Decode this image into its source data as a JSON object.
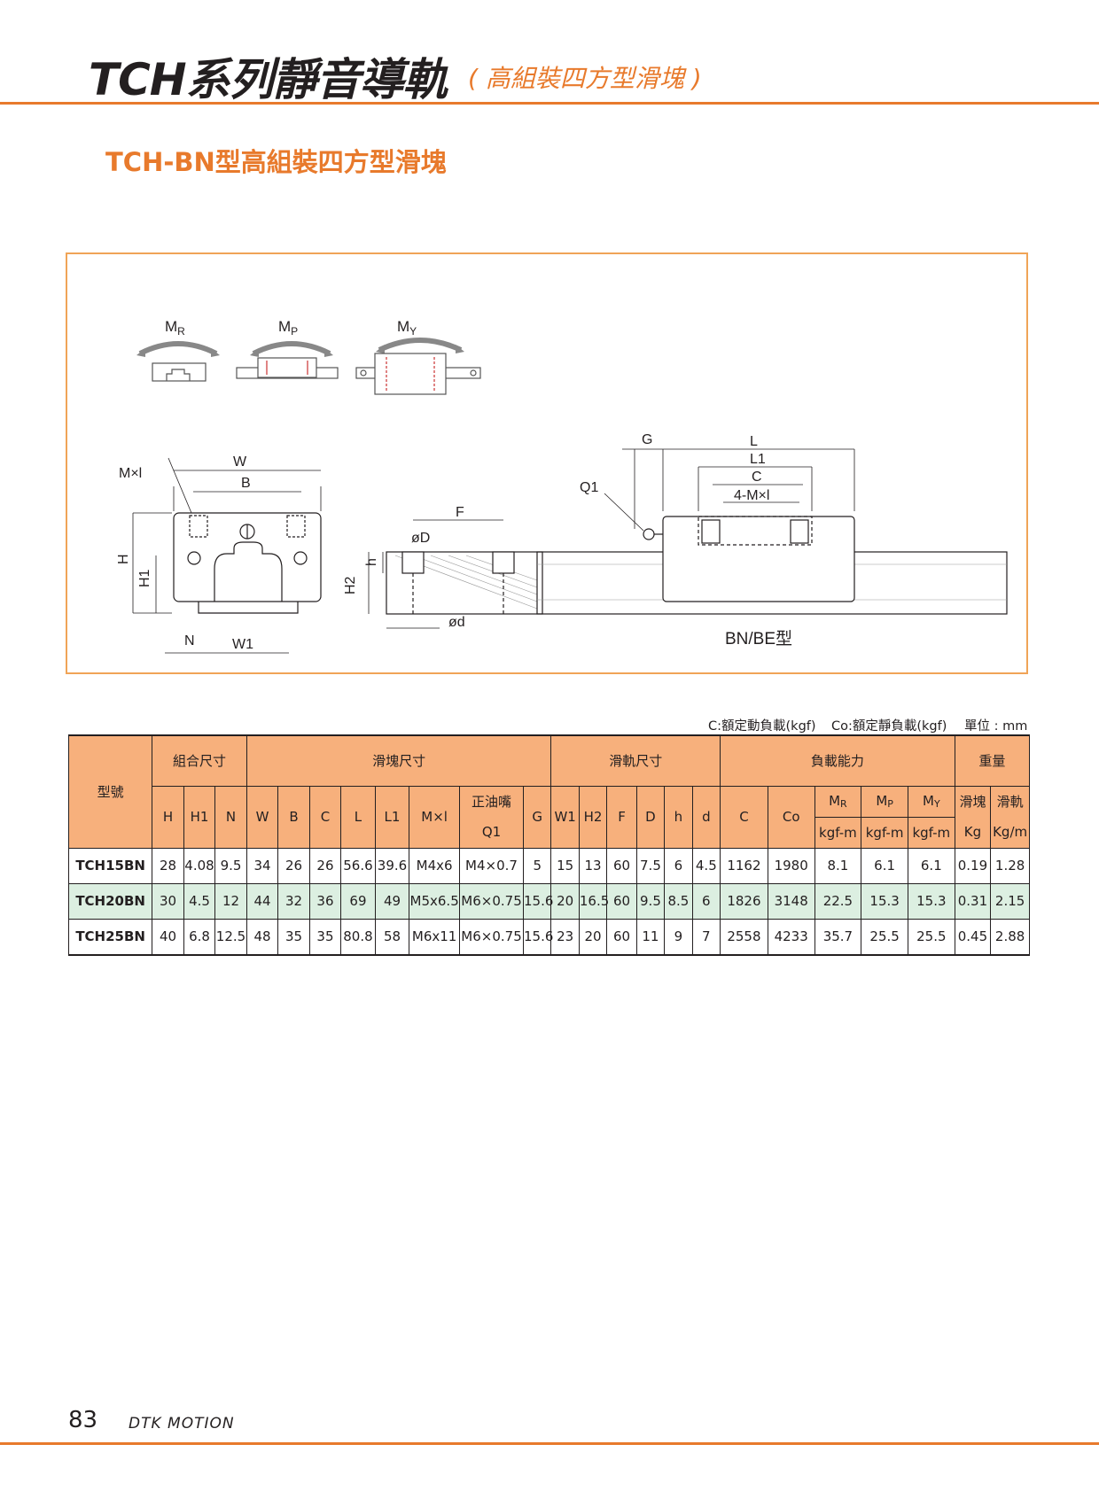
{
  "header": {
    "title": "TCH系列靜音導軌",
    "subtitle": "( 高組裝四方型滑塊 )"
  },
  "section_title": "TCH-BN型高組裝四方型滑塊",
  "figure": {
    "moment_labels": {
      "mr": "M",
      "mr_sub": "R",
      "mp": "M",
      "mp_sub": "P",
      "my": "M",
      "my_sub": "Y"
    },
    "front_labels": {
      "mxl": "M×l",
      "w": "W",
      "b": "B",
      "h": "H",
      "h1": "H1",
      "n": "N",
      "w1": "W1"
    },
    "rail_labels": {
      "f": "F",
      "od_big": "øD",
      "h_small": "h",
      "h2": "H2",
      "od_small": "ød"
    },
    "side_labels": {
      "g": "G",
      "l": "L",
      "l1": "L1",
      "c": "C",
      "mxl4": "4-M×l",
      "q1": "Q1"
    },
    "type_caption": "BN/BE型"
  },
  "notes": {
    "c": "C:額定動負載(kgf)",
    "co": "Co:額定靜負載(kgf)",
    "unit": "單位 : mm"
  },
  "table": {
    "groups": {
      "model": "型號",
      "assembly": "組合尺寸",
      "block": "滑塊尺寸",
      "rail": "滑軌尺寸",
      "load": "負載能力",
      "weight": "重量"
    },
    "cols": {
      "H": "H",
      "H1": "H1",
      "N": "N",
      "W": "W",
      "B": "B",
      "C": "C",
      "L": "L",
      "L1": "L1",
      "Mxl": "M×l",
      "q1_top": "正油嘴",
      "q1_bottom": "Q1",
      "G": "G",
      "W1": "W1",
      "H2": "H2",
      "F": "F",
      "D": "D",
      "h": "h",
      "d": "d",
      "Cdyn": "C",
      "Co": "Co",
      "MR": "M",
      "MR_sub": "R",
      "MP": "M",
      "MP_sub": "P",
      "MY": "M",
      "MY_sub": "Y",
      "unit_m": "kgf-m",
      "wb_top": "滑塊",
      "wb_bottom": "Kg",
      "wr_top": "滑軌",
      "wr_bottom": "Kg/m"
    },
    "rows": [
      [
        "TCH15BN",
        "28",
        "4.08",
        "9.5",
        "34",
        "26",
        "26",
        "56.6",
        "39.6",
        "M4x6",
        "M4×0.7",
        "5",
        "15",
        "13",
        "60",
        "7.5",
        "6",
        "4.5",
        "1162",
        "1980",
        "8.1",
        "6.1",
        "6.1",
        "0.19",
        "1.28"
      ],
      [
        "TCH20BN",
        "30",
        "4.5",
        "12",
        "44",
        "32",
        "36",
        "69",
        "49",
        "M5x6.5",
        "M6×0.75",
        "15.6",
        "20",
        "16.5",
        "60",
        "9.5",
        "8.5",
        "6",
        "1826",
        "3148",
        "22.5",
        "15.3",
        "15.3",
        "0.31",
        "2.15"
      ],
      [
        "TCH25BN",
        "40",
        "6.8",
        "12.5",
        "48",
        "35",
        "35",
        "80.8",
        "58",
        "M6x11",
        "M6×0.75",
        "15.6",
        "23",
        "20",
        "60",
        "11",
        "9",
        "7",
        "2558",
        "4233",
        "35.7",
        "25.5",
        "25.5",
        "0.45",
        "2.88"
      ]
    ]
  },
  "footer": {
    "page_number": "83",
    "brand": "DTK MOTION"
  },
  "colors": {
    "accent": "#e87a2c",
    "header_fill": "#f7b07c",
    "row_highlight": "#dcefe1",
    "frame": "#f0a457"
  }
}
